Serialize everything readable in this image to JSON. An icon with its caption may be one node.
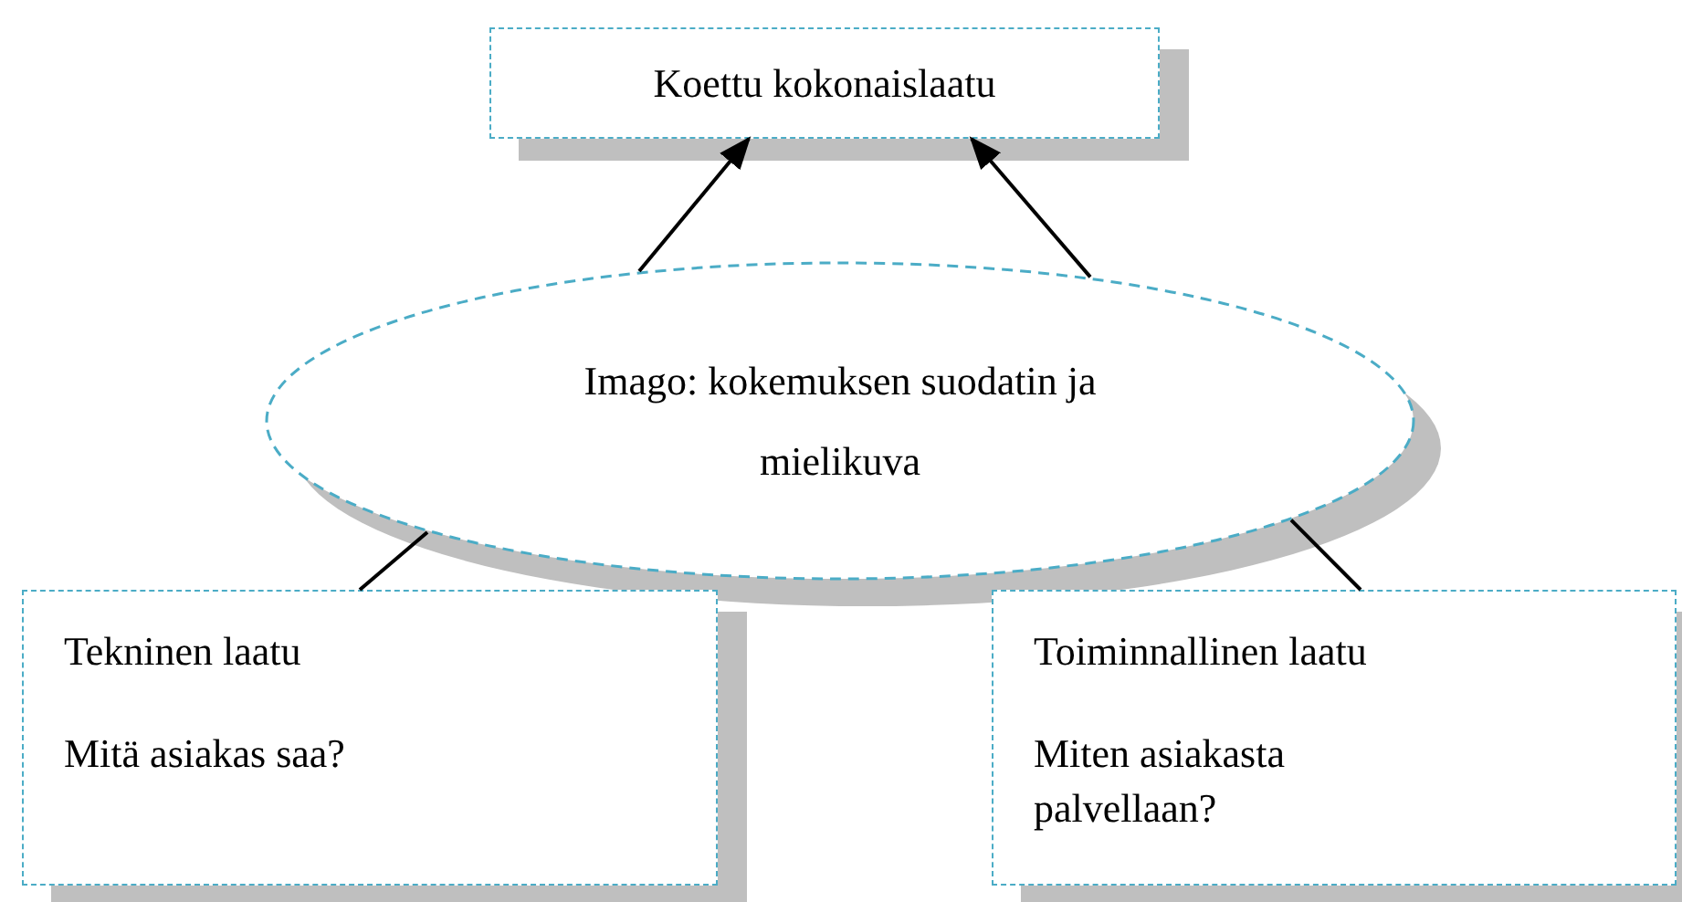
{
  "diagram": {
    "nodes": [
      {
        "text": [
          "Koettu kokonaislaatu"
        ]
      },
      {
        "text": [
          "Imago: kokemuksen suodatin ja mielikuva"
        ]
      },
      {
        "text": [
          "Tekninen laatu",
          "Mitä asiakas saa?"
        ]
      },
      {
        "text": [
          "Toiminnallinen laatu",
          "Miten asiakasta palvellaan?"
        ]
      }
    ],
    "edges": [
      {
        "from": 1,
        "to": 0,
        "arrow": "to"
      },
      {
        "from": 1,
        "to": 0,
        "arrow": "to"
      },
      {
        "from": 2,
        "to": 1,
        "arrow": "none"
      },
      {
        "from": 3,
        "to": 1,
        "arrow": "none"
      }
    ]
  }
}
